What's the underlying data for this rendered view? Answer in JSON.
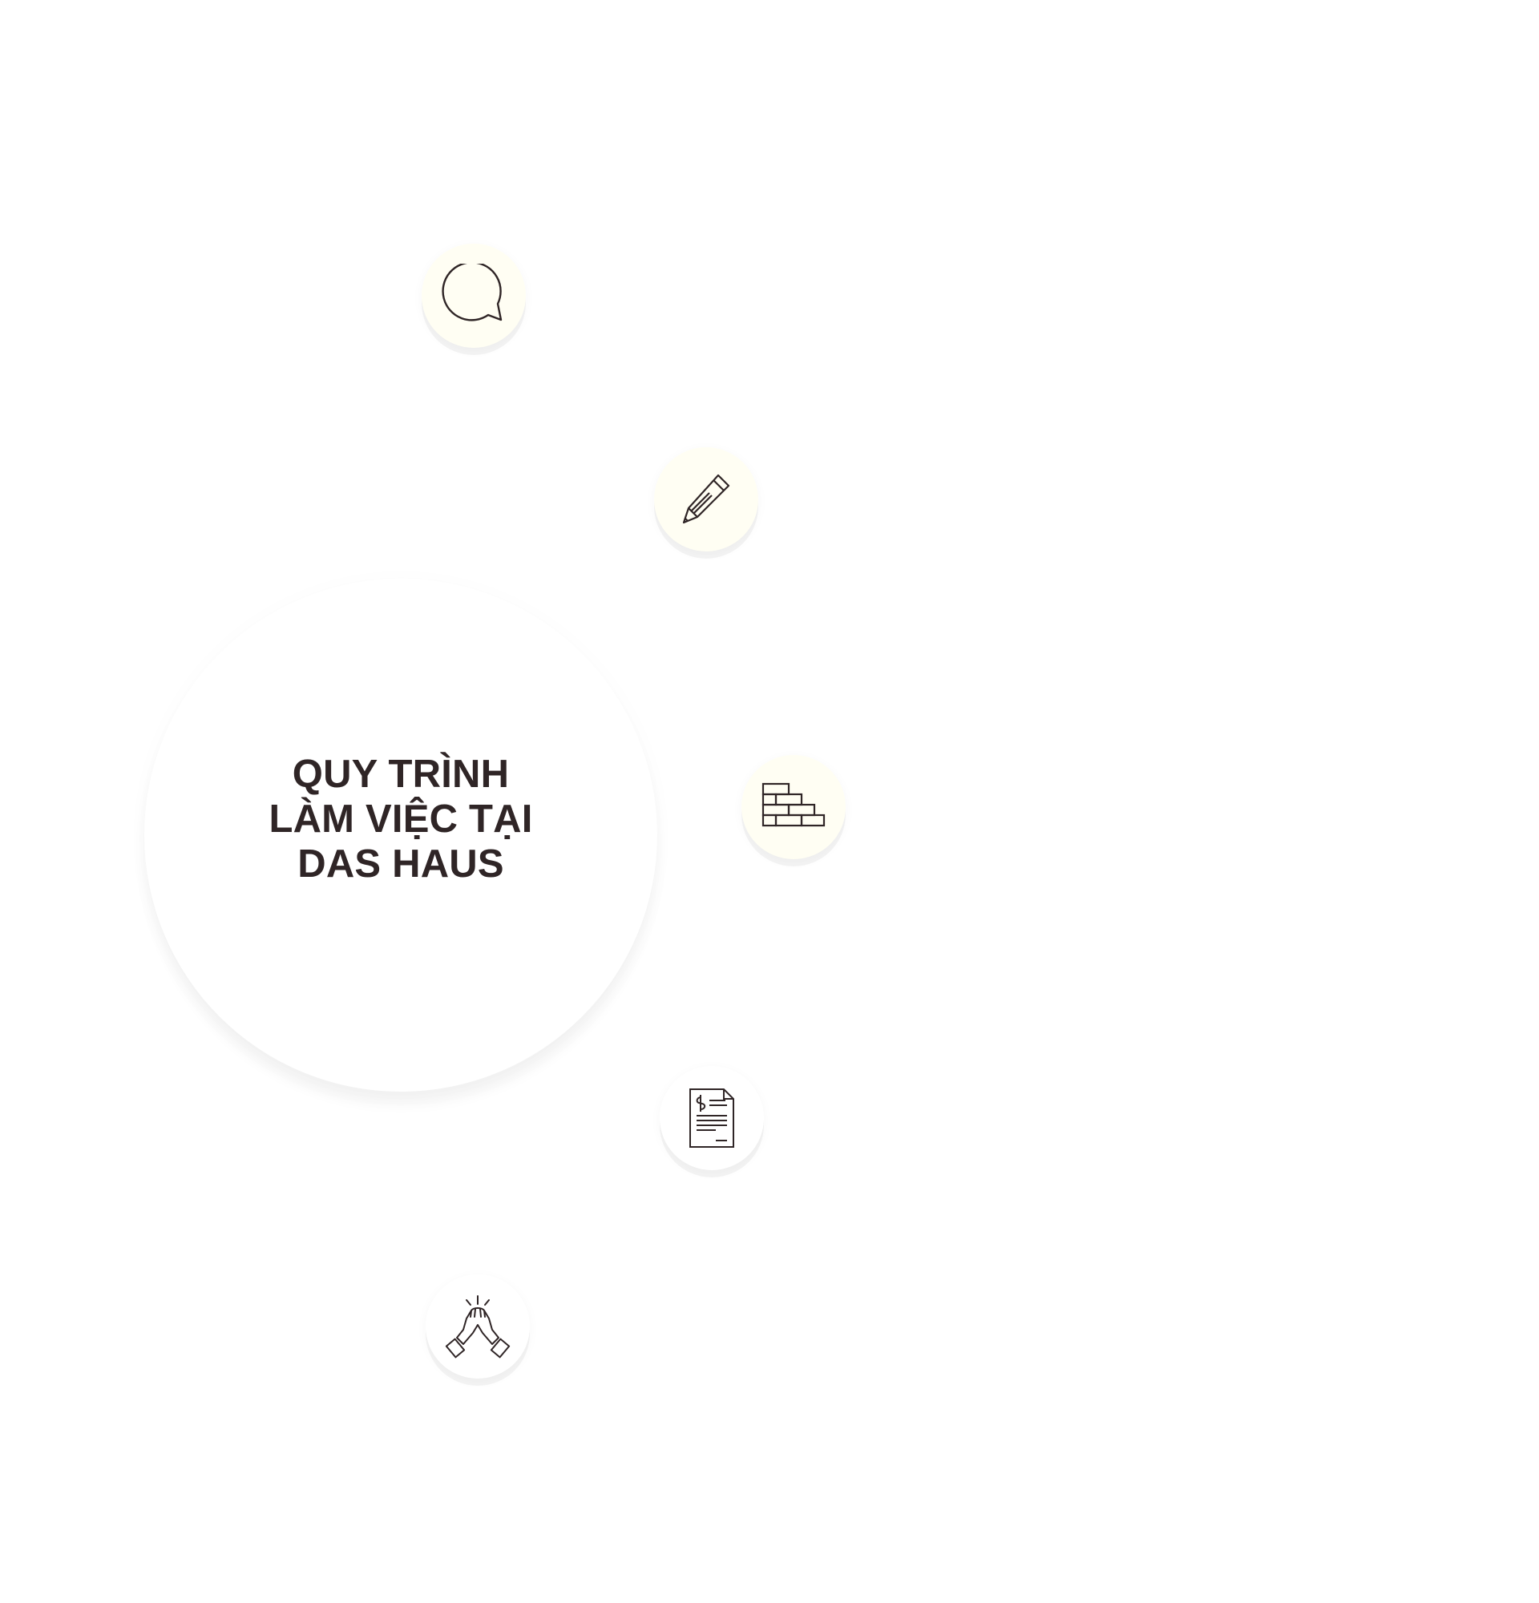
{
  "process": {
    "title_lines": [
      "QUY TRÌNH",
      "LÀM VIỆC TẠI",
      "DAS HAUS"
    ],
    "steps": [
      {
        "icon": "speech-bubble-icon",
        "background": "#fffef3"
      },
      {
        "icon": "pencil-icon",
        "background": "#fffef3"
      },
      {
        "icon": "brick-wall-icon",
        "background": "#fffef3"
      },
      {
        "icon": "invoice-document-icon",
        "background": "#ffffff"
      },
      {
        "icon": "handshake-icon",
        "background": "#ffffff"
      }
    ]
  },
  "colors": {
    "title_text": "#2f2526",
    "icon_stroke": "#2f2526",
    "step_cream": "#fffef3",
    "background": "#ffffff"
  }
}
